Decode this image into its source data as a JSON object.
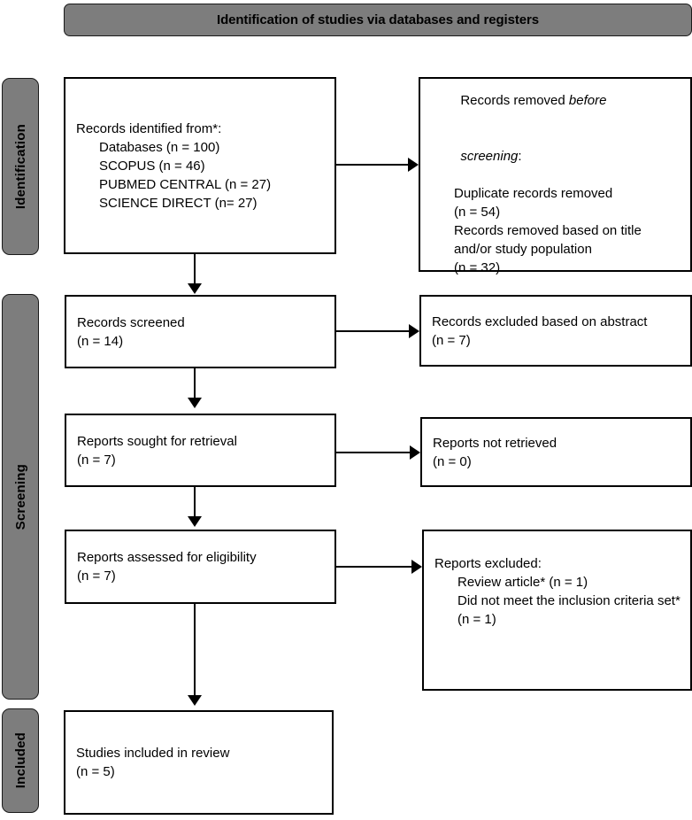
{
  "diagram": {
    "type": "prisma-flow-diagram",
    "banner": {
      "title": "Identification of studies via databases and registers"
    },
    "colors": {
      "banner_fill": "#7d7d7d",
      "side_tab_fill": "#7d7d7d",
      "box_fill": "#ffffff",
      "stroke": "#000000"
    },
    "side_tabs": [
      {
        "label": "Identification"
      },
      {
        "label": "Screening"
      },
      {
        "label": "Included"
      }
    ],
    "boxes": {
      "identified": {
        "lines": [
          "Records identified from*:",
          "Databases (n = 100)",
          "SCOPUS (n = 46)",
          "PUBMED CENTRAL (n = 27)",
          "SCIENCE DIRECT (n= 27)"
        ]
      },
      "removed_before_screening": {
        "line1_plain": "Records removed ",
        "line1_italic": "before",
        "line2_italic": "screening",
        "line2_plain": ":",
        "lines": [
          "Duplicate records removed",
          "(n = 54)",
          "Records removed based on title and/or study population",
          "(n = 32)"
        ]
      },
      "records_screened": {
        "lines": [
          "Records screened",
          "(n = 14)"
        ]
      },
      "records_excluded": {
        "lines": [
          "Records excluded based on abstract",
          "(n = 7)"
        ]
      },
      "reports_sought": {
        "lines": [
          "Reports sought for retrieval",
          "(n = 7)"
        ]
      },
      "reports_not_retrieved": {
        "lines": [
          "Reports not retrieved",
          "(n = 0)"
        ]
      },
      "reports_assessed": {
        "lines": [
          "Reports assessed for eligibility",
          "(n = 7)"
        ]
      },
      "reports_excluded": {
        "header": "Reports excluded:",
        "lines": [
          "Review article* (n = 1)",
          "Did not meet the inclusion criteria set* (n = 1)"
        ]
      },
      "studies_included": {
        "lines": [
          "Studies included in review",
          "(n = 5)"
        ]
      }
    }
  }
}
